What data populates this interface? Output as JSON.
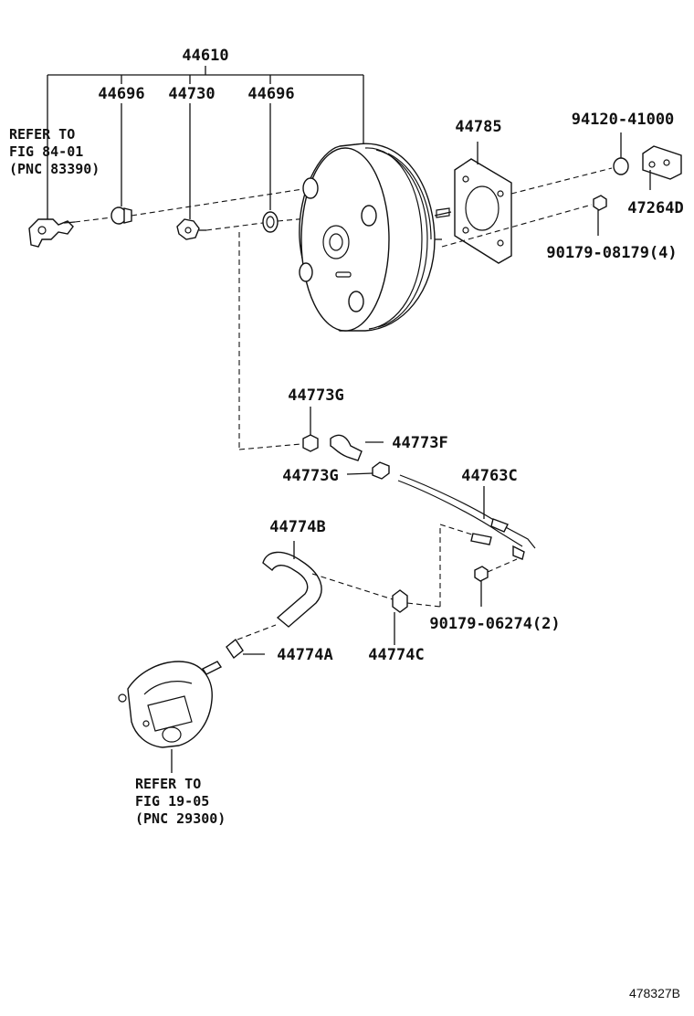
{
  "diagram": {
    "labels": {
      "booster_assy": "44610",
      "check_valve_grommet_left": "44696",
      "check_valve": "44730",
      "check_valve_grommet_right": "44696",
      "gasket": "44785",
      "nut_top": "94120-41000",
      "bracket": "47264D",
      "nut_bracket": "90179-08179(4)",
      "clip_upper": "44773G",
      "hose_short": "44773F",
      "clip_lower": "44773G",
      "pipe": "44763C",
      "hose_long": "44774B",
      "clamp_a": "44774A",
      "clamp_c": "44774C",
      "nut_pipe": "90179-06274(2)"
    },
    "refs": {
      "ref1_line1": "REFER TO",
      "ref1_line2": "FIG 84-01",
      "ref1_line3": "(PNC 83390)",
      "ref2_line1": "REFER TO",
      "ref2_line2": "FIG 19-05",
      "ref2_line3": "(PNC 29300)"
    },
    "drawing_code": "478327B"
  }
}
